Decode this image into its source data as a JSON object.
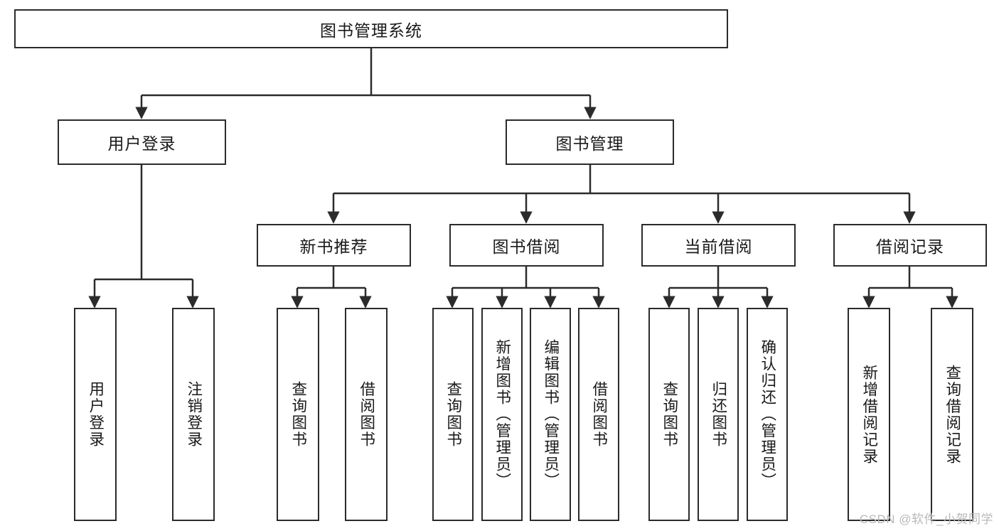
{
  "diagram": {
    "title": "图书管理系统",
    "type": "tree-hierarchy-diagram",
    "colors": {
      "stroke": "#2b2b2b",
      "fill": "#ffffff",
      "text": "#1a1a1a",
      "watermark": "#b9b9b9"
    },
    "root": {
      "label": "图书管理系统"
    },
    "level2": [
      {
        "label": "用户登录"
      },
      {
        "label": "图书管理"
      }
    ],
    "level3": [
      {
        "label": "新书推荐"
      },
      {
        "label": "图书借阅"
      },
      {
        "label": "当前借阅"
      },
      {
        "label": "借阅记录"
      }
    ],
    "leaves": {
      "user_login": [
        {
          "label": "用户登录"
        },
        {
          "label": "注销登录"
        }
      ],
      "new_book_recommend": [
        {
          "label": "查询图书"
        },
        {
          "label": "借阅图书"
        }
      ],
      "book_borrow": [
        {
          "label": "查询图书"
        },
        {
          "label": "新增图书（管理员）"
        },
        {
          "label": "编辑图书（管理员）"
        },
        {
          "label": "借阅图书"
        }
      ],
      "current_borrow": [
        {
          "label": "查询图书"
        },
        {
          "label": "归还图书"
        },
        {
          "label": "确认归还（管理员）"
        }
      ],
      "borrow_record": [
        {
          "label": "新增借阅记录"
        },
        {
          "label": "查询借阅记录"
        }
      ]
    },
    "watermark": "CSDN @软件_小贺同学"
  }
}
